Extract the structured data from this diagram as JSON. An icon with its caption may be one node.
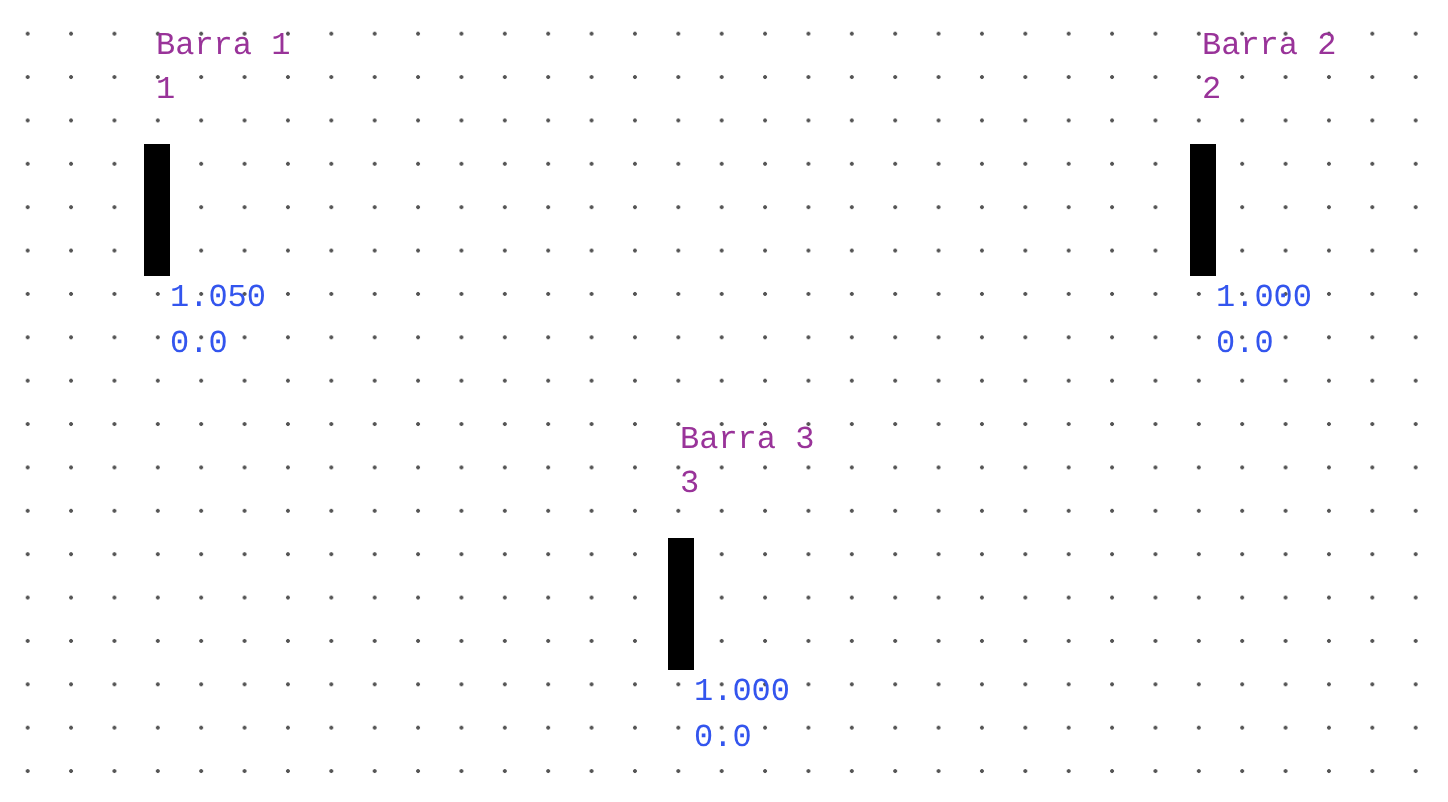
{
  "diagram": {
    "nodes": [
      {
        "text": [
          "Barra 1",
          "1"
        ],
        "beside": [
          "1.050",
          "0.0"
        ]
      },
      {
        "text": [
          "Barra 2",
          "2"
        ],
        "beside": [
          "1.000",
          "0.0"
        ]
      },
      {
        "text": [
          "Barra 3",
          "3"
        ],
        "beside": [
          "1.000",
          "0.0"
        ]
      }
    ],
    "edges": []
  }
}
